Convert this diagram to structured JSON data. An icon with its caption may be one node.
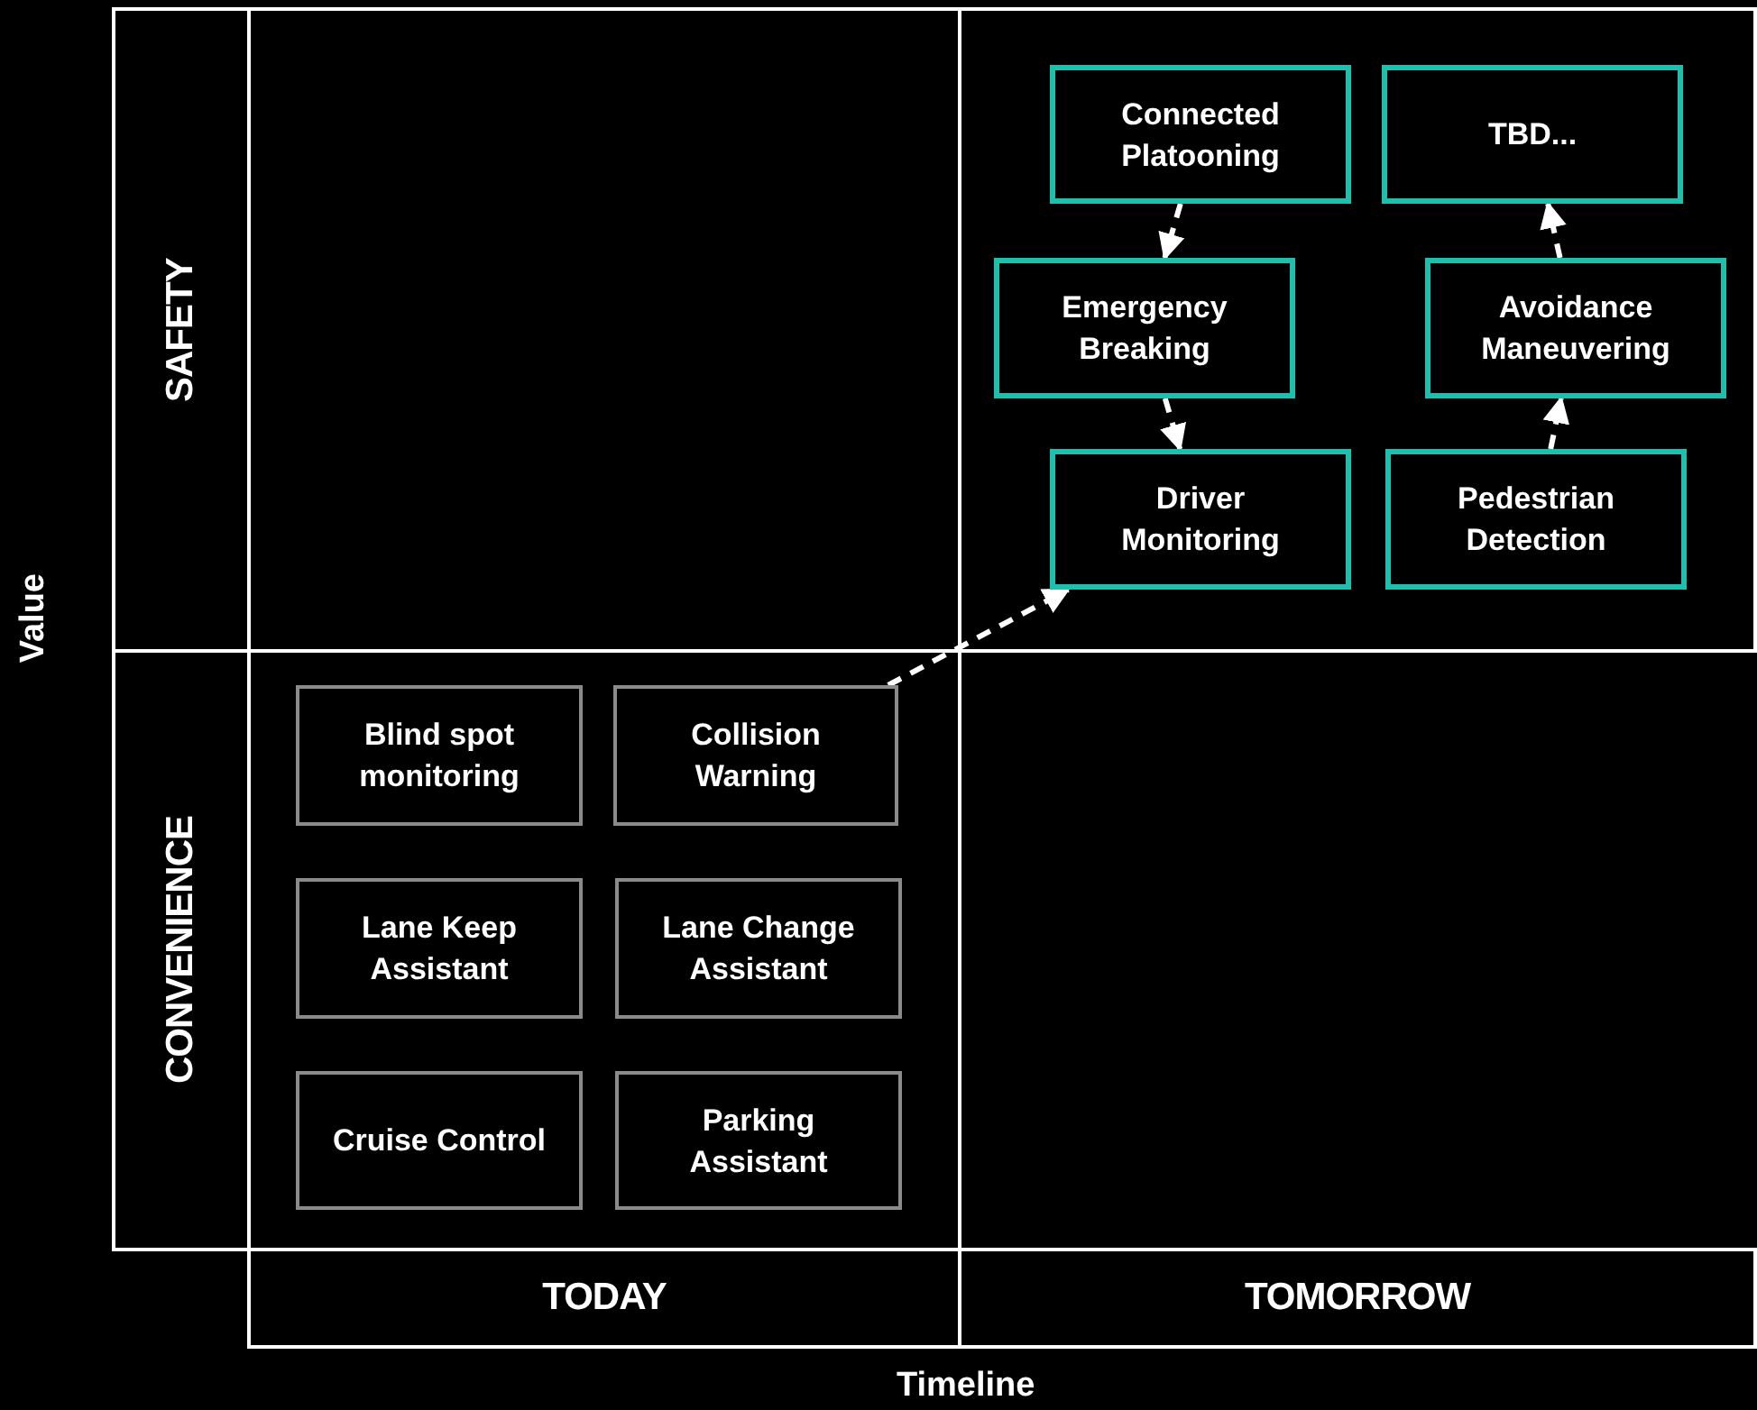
{
  "diagram": {
    "nodes": [
      {
        "text": [],
        "shape": "box"
      },
      {
        "text": [
          "Connected Platooning"
        ],
        "in": 0
      },
      {
        "text": [
          "TBD..."
        ],
        "in": 0
      },
      {
        "text": [
          "Emergency Breaking"
        ],
        "in": 0
      },
      {
        "text": [
          "Avoidance Maneuvering"
        ],
        "in": 0
      },
      {
        "text": [
          "Driver Monitoring"
        ],
        "in": 0
      },
      {
        "text": [
          "Pedestrian Detection"
        ],
        "in": 0
      },
      {
        "text": [],
        "shape": "box"
      },
      {
        "text": [
          "Blind spot monitoring"
        ],
        "in": 7
      },
      {
        "text": [
          "Collision Warning"
        ],
        "in": 7
      },
      {
        "text": [
          "Lane Keep Assistant"
        ],
        "in": 7
      },
      {
        "text": [
          "Lane Change Assistant"
        ],
        "in": 7
      },
      {
        "text": [
          "Cruise Control"
        ],
        "in": 7
      },
      {
        "text": [
          "Parking Assistant"
        ],
        "in": 7
      }
    ],
    "edges": [
      {
        "from": 1,
        "to": 3,
        "arrow": "to",
        "style": "dashed"
      },
      {
        "from": 3,
        "to": 5,
        "arrow": "to",
        "style": "dashed"
      },
      {
        "from": 6,
        "to": 4,
        "arrow": "to",
        "style": "dashed"
      },
      {
        "from": 4,
        "to": 2,
        "arrow": "to",
        "style": "dashed"
      },
      {
        "from": 9,
        "to": 5,
        "arrow": "to",
        "style": "dashed"
      }
    ],
    "labels": [
      "SAFETY",
      "Value",
      "CONVENIENCE",
      "TODAY",
      "TOMORROW",
      "Timeline"
    ]
  }
}
